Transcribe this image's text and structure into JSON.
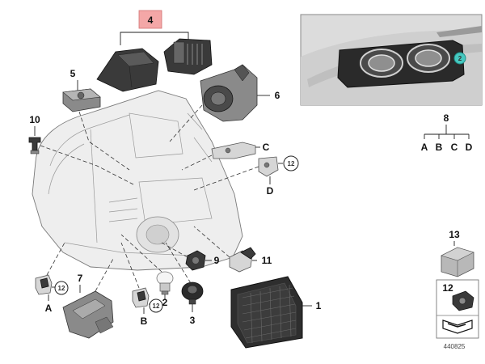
{
  "callouts": {
    "headlight_module_group": "4",
    "connector_5": "5",
    "bracket_6": "6",
    "fastener_10": "10",
    "bracket_c": "C",
    "ref_12_right": "12",
    "bracket_d": "D",
    "bulb_holder_9": "9",
    "actuator_11": "11",
    "control_unit_1": "1",
    "bulb_2": "2",
    "cap_3": "3",
    "holder_7": "7",
    "clip_a": "A",
    "ref_12_a": "12",
    "clip_b": "B",
    "ref_12_b": "12",
    "inset_marker": "2",
    "repair_kit_8": "8",
    "kit_a": "A",
    "kit_b": "B",
    "kit_c": "C",
    "kit_d": "D",
    "part_13": "13",
    "part_12_box": "12"
  },
  "diagram_number": "440825",
  "colors": {
    "highlight_box": "#f4a7a7",
    "inset_marker": "#46c8c0",
    "inset_bg": "#dcdcdc"
  }
}
